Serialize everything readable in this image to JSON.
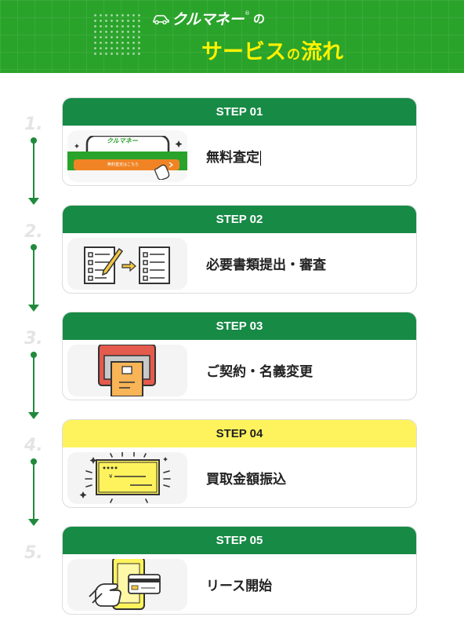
{
  "header": {
    "logo_text": "クルマネー",
    "logo_reg": "®",
    "logo_no": "の",
    "title_part1": "サービス",
    "title_no": "の",
    "title_part2": "流れ"
  },
  "colors": {
    "header_green": "#2aa32b",
    "step_green": "#178a45",
    "step_highlight": "#fff35d",
    "title_yellow": "#fff200"
  },
  "steps": [
    {
      "number": "1.",
      "header": "STEP 01",
      "label": "無料査定",
      "icon": "smartphone-assessment-icon",
      "highlight": false
    },
    {
      "number": "2.",
      "header": "STEP 02",
      "label": "必要書類提出・審査",
      "icon": "documents-review-icon",
      "highlight": false
    },
    {
      "number": "3.",
      "header": "STEP 03",
      "label": "ご契約・名義変更",
      "icon": "mailbox-contract-icon",
      "highlight": false
    },
    {
      "number": "4.",
      "header": "STEP 04",
      "label": "買取金額振込",
      "icon": "payment-check-icon",
      "highlight": true
    },
    {
      "number": "5.",
      "header": "STEP 05",
      "label": "リース開始",
      "icon": "smartphone-card-icon",
      "highlight": false
    }
  ],
  "step1_image": {
    "brand": "クルマネー",
    "button_text": "無料査定はこちら"
  }
}
